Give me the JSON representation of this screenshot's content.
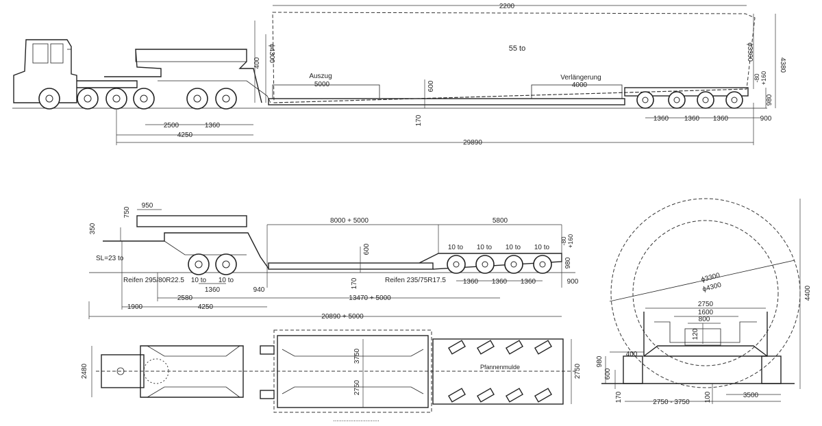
{
  "side_view_top": {
    "length_22": "2200",
    "load": "55 to",
    "h_400": "400",
    "dia_4300": "ϕ4300",
    "dia_3300": "ϕ3300",
    "h_4380": "4380",
    "auszug_label": "Auszug",
    "auszug_value": "5000",
    "center_600": "600",
    "verl_label": "Verlängerung",
    "verl_value": "4000",
    "plus_80": "-80",
    "plus_160": "+160",
    "h_980": "980",
    "dim_2500": "2500",
    "dim_1360": "1360",
    "dim_4250": "4250",
    "dim_170": "170",
    "rear_1360_a": "1360",
    "rear_1360_b": "1360",
    "rear_1360_c": "1360",
    "dim_900": "900",
    "total_29890": "29890"
  },
  "side_view_mid": {
    "w_750": "750",
    "w_950": "950",
    "h_350": "350",
    "len_8000": "8000 + 5000",
    "len_5800": "5800",
    "axle_1": "10 to",
    "axle_2": "10 to",
    "axle_3": "10 to",
    "axle_4": "10 to",
    "plus_80": "-80",
    "plus_160": "+160",
    "h_980": "980",
    "center_600": "600",
    "sl": "SL=23 to",
    "tyres_front": "Reifen 295/80R22.5",
    "front_10a": "10 to",
    "front_10b": "10 to",
    "tyres_rear": "Reifen 235/75R17.5",
    "dim_170": "170",
    "rear_1360_a": "1360",
    "rear_1360_b": "1360",
    "rear_1360_c": "1360",
    "dim_900": "900",
    "dim_1360": "1360",
    "dim_940": "940",
    "dim_2580": "2580",
    "dim_13470": "13470 + 5000",
    "dim_1900": "1900",
    "dim_4250": "4250",
    "total_20890": "20890 + 5000"
  },
  "plan_view": {
    "width_2480": "2480",
    "dim_3750": "3750",
    "dim_2750": "2750",
    "width_2750": "2750",
    "trough_label": "Pfannenmulde",
    "bottom_note": "..........................."
  },
  "end_view": {
    "height_4400": "4400",
    "dia_3300": "ϕ3300",
    "dia_4300": "ϕ4300",
    "w_2750": "2750",
    "w_1600": "1600",
    "w_800": "800",
    "h_120": "120",
    "w_400": "400",
    "h_980": "980",
    "h_600": "600",
    "h_170": "170",
    "range": "2750 - 3750",
    "dim_100": "100",
    "dim_3500": "3500"
  }
}
